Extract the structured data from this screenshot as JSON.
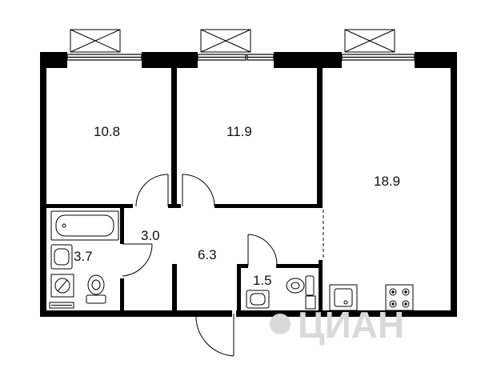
{
  "rooms": [
    {
      "id": "bedroom-left",
      "area": "10.8"
    },
    {
      "id": "bedroom-middle",
      "area": "11.9"
    },
    {
      "id": "living-kitchen",
      "area": "18.9"
    },
    {
      "id": "corridor",
      "area": "3.0"
    },
    {
      "id": "hall",
      "area": "6.3"
    },
    {
      "id": "bathroom",
      "area": "3.7"
    },
    {
      "id": "toilet",
      "area": "1.5"
    }
  ],
  "watermark": "ЦИАН",
  "colors": {
    "wall": "#000000",
    "line": "#000000",
    "background": "#ffffff",
    "watermark": "#d9d9d9"
  }
}
